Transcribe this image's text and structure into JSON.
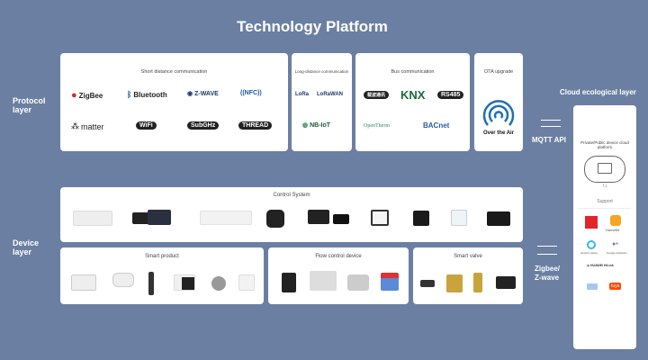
{
  "title": "Technology Platform",
  "layers": {
    "protocol": "Protocol layer",
    "device": "Device layer",
    "cloud": "Cloud ecological layer"
  },
  "protocol": {
    "short": {
      "title": "Short distance communication",
      "logos": [
        "ZigBee",
        "Bluetooth",
        "Z-WAVE",
        "((NFC))",
        "matter",
        "WiFi",
        "SubGHz",
        "THREAD"
      ]
    },
    "long": {
      "title": "Long-distance communication",
      "logos": [
        "LoRa",
        "LoRaWAN",
        "NB-IoT"
      ]
    },
    "bus": {
      "title": "Bus communication",
      "logos": [
        "载波通讯",
        "KNX",
        "RS485",
        "OpenTherm",
        "BACnet"
      ]
    },
    "ota": {
      "title": "OTA upgrade",
      "label": "Over the Air"
    }
  },
  "links": {
    "mqtt": "MQTT API",
    "zigbee": "Zigbee/ Z-wave"
  },
  "cloud": {
    "platform": "Private/Public device cloud platform",
    "support": "Support",
    "partners": [
      "HomeKit",
      "amazon alexa",
      "Google Assistant",
      "HUAWEI HiLink",
      "tuya"
    ]
  },
  "device": {
    "control": {
      "title": "Control System"
    },
    "smart": {
      "title": "Smart product"
    },
    "flow": {
      "title": "Flow control device"
    },
    "valve": {
      "title": "Smart valve"
    }
  },
  "colors": {
    "background": "#6b7fa2",
    "ota": "#1e6fb5",
    "zigbee": "#e3242b",
    "homekit": "#f5a623",
    "tuya": "#ff4800"
  }
}
